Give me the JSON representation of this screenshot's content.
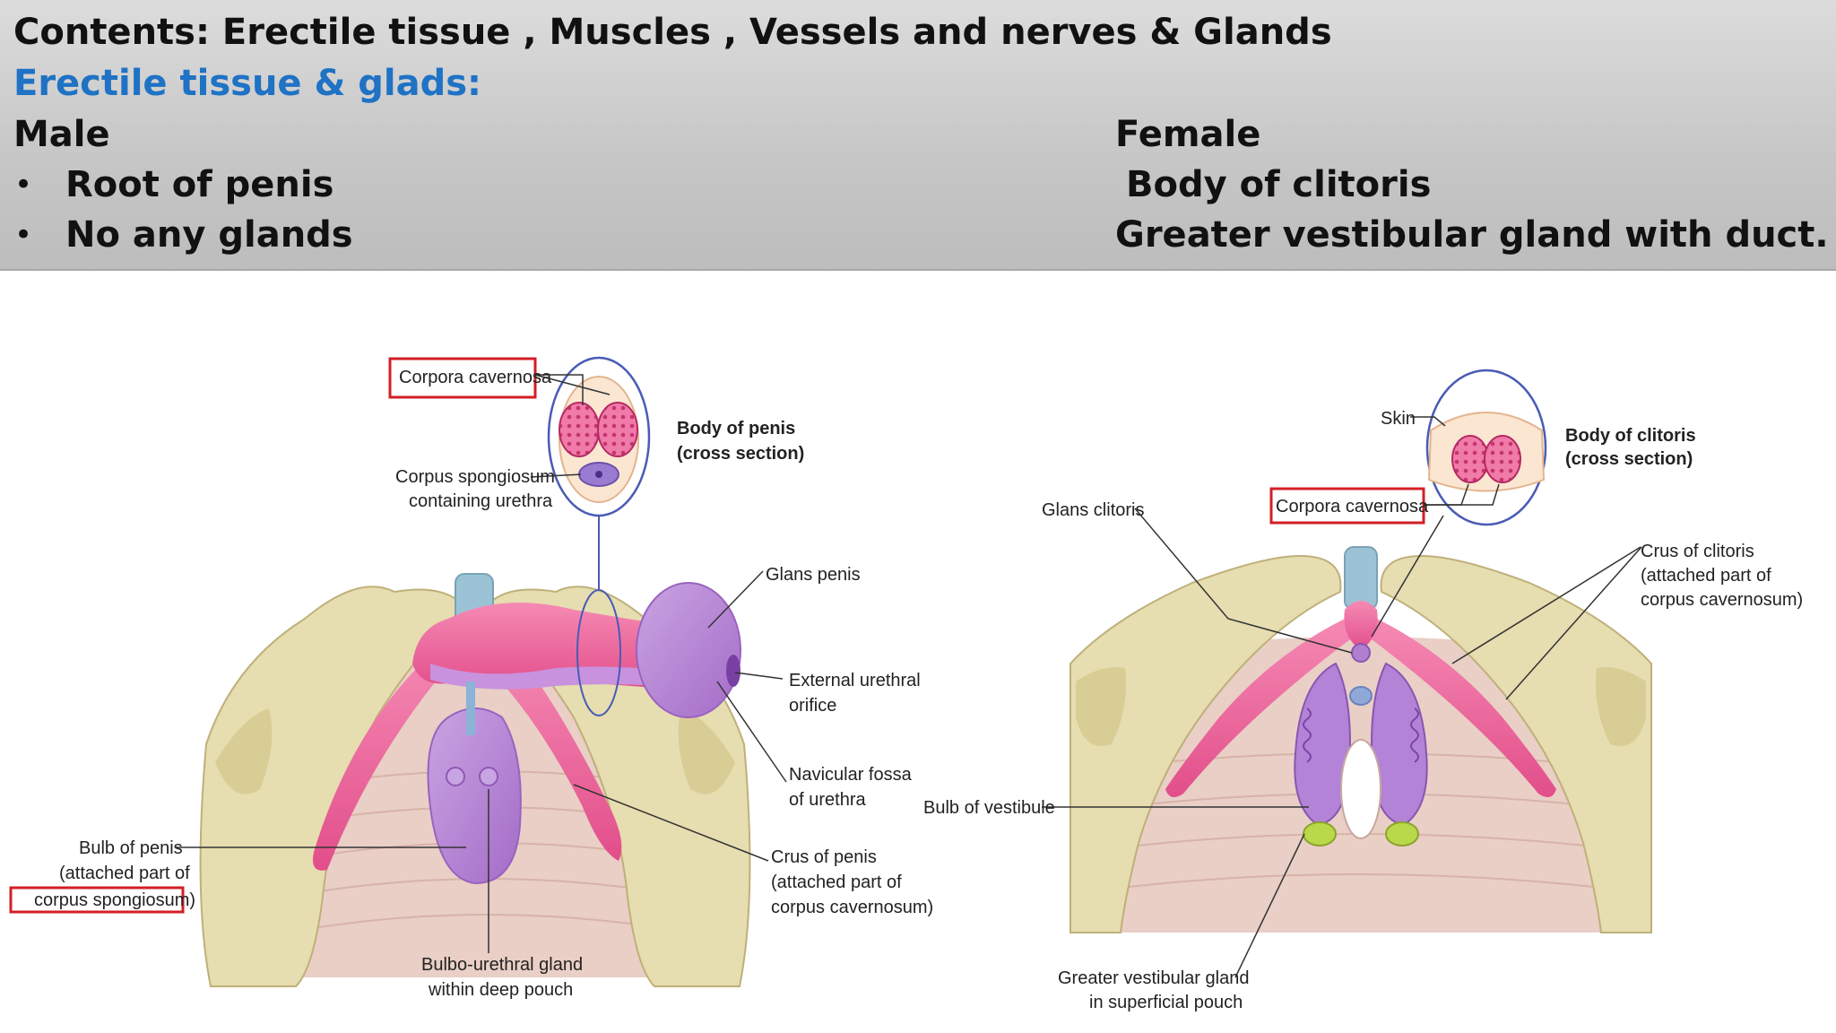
{
  "header": {
    "contents_line": "Contents:  Erectile tissue , Muscles , Vessels and nerves & Glands",
    "section_title": "Erectile tissue & glads:",
    "male_heading": "Male",
    "female_heading": "Female",
    "male_items": [
      "Root of penis",
      "No any glands"
    ],
    "female_items": [
      "Body of clitoris",
      "Greater vestibular gland with duct."
    ]
  },
  "male_figure": {
    "inset_labels": {
      "corpora_cavernosa": "Corpora cavernosa",
      "spongiosum_1": "Corpus spongiosum",
      "spongiosum_2": "containing urethra",
      "body_1": "Body of penis",
      "body_2": "(cross section)"
    },
    "labels": {
      "glans": "Glans penis",
      "ext_orifice_1": "External urethral",
      "ext_orifice_2": "orifice",
      "navicular_1": "Navicular fossa",
      "navicular_2": "of urethra",
      "crus_1": "Crus of penis",
      "crus_2": "(attached part of",
      "crus_3": "corpus cavernosum)",
      "bulb_1": "Bulb of penis",
      "bulb_2": "(attached part of",
      "bulb_3": "corpus spongiosum)",
      "bulbo_1": "Bulbo-urethral gland",
      "bulbo_2": "within deep pouch"
    }
  },
  "female_figure": {
    "inset_labels": {
      "skin": "Skin",
      "body_1": "Body of clitoris",
      "body_2": "(cross section)",
      "corpora_cavernosa": "Corpora cavernosa"
    },
    "labels": {
      "glans": "Glans clitoris",
      "crus_1": "Crus of clitoris",
      "crus_2": "(attached part of",
      "crus_3": "corpus cavernosum)",
      "bulb": "Bulb of vestibule",
      "gv_1": "Greater vestibular gland",
      "gv_2": "in superficial pouch"
    }
  },
  "colors": {
    "heading_blue": "#1f72c4",
    "highlight_box": "#d21f26",
    "bone": "#e6ddb0",
    "erectile_pink": "#ea5e95",
    "spongiosum_purple": "#b07fcf",
    "muscle_floor": "#e9cfc6"
  }
}
